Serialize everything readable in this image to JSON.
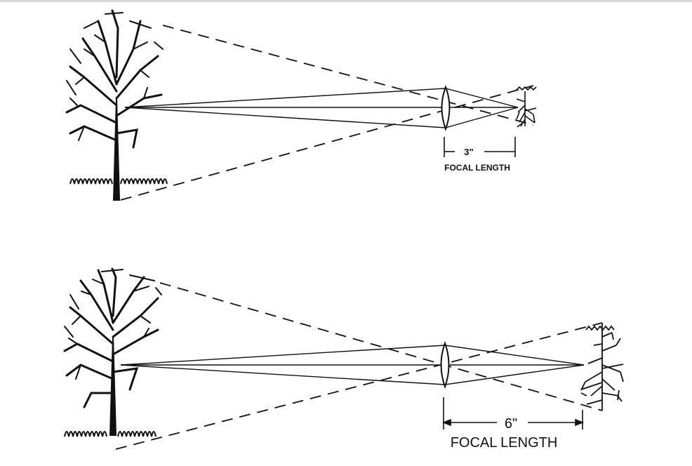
{
  "figures": [
    {
      "focal_value": "3\"",
      "focal_caption": "FOCAL LENGTH"
    },
    {
      "focal_value": "6\"",
      "focal_caption": "FOCAL LENGTH"
    }
  ],
  "colors": {
    "ink": "#111111",
    "background": "#ffffff",
    "frame": "#d6d6d6"
  },
  "icons": [
    "tree-object",
    "lens",
    "inverted-tree-image",
    "grass"
  ]
}
